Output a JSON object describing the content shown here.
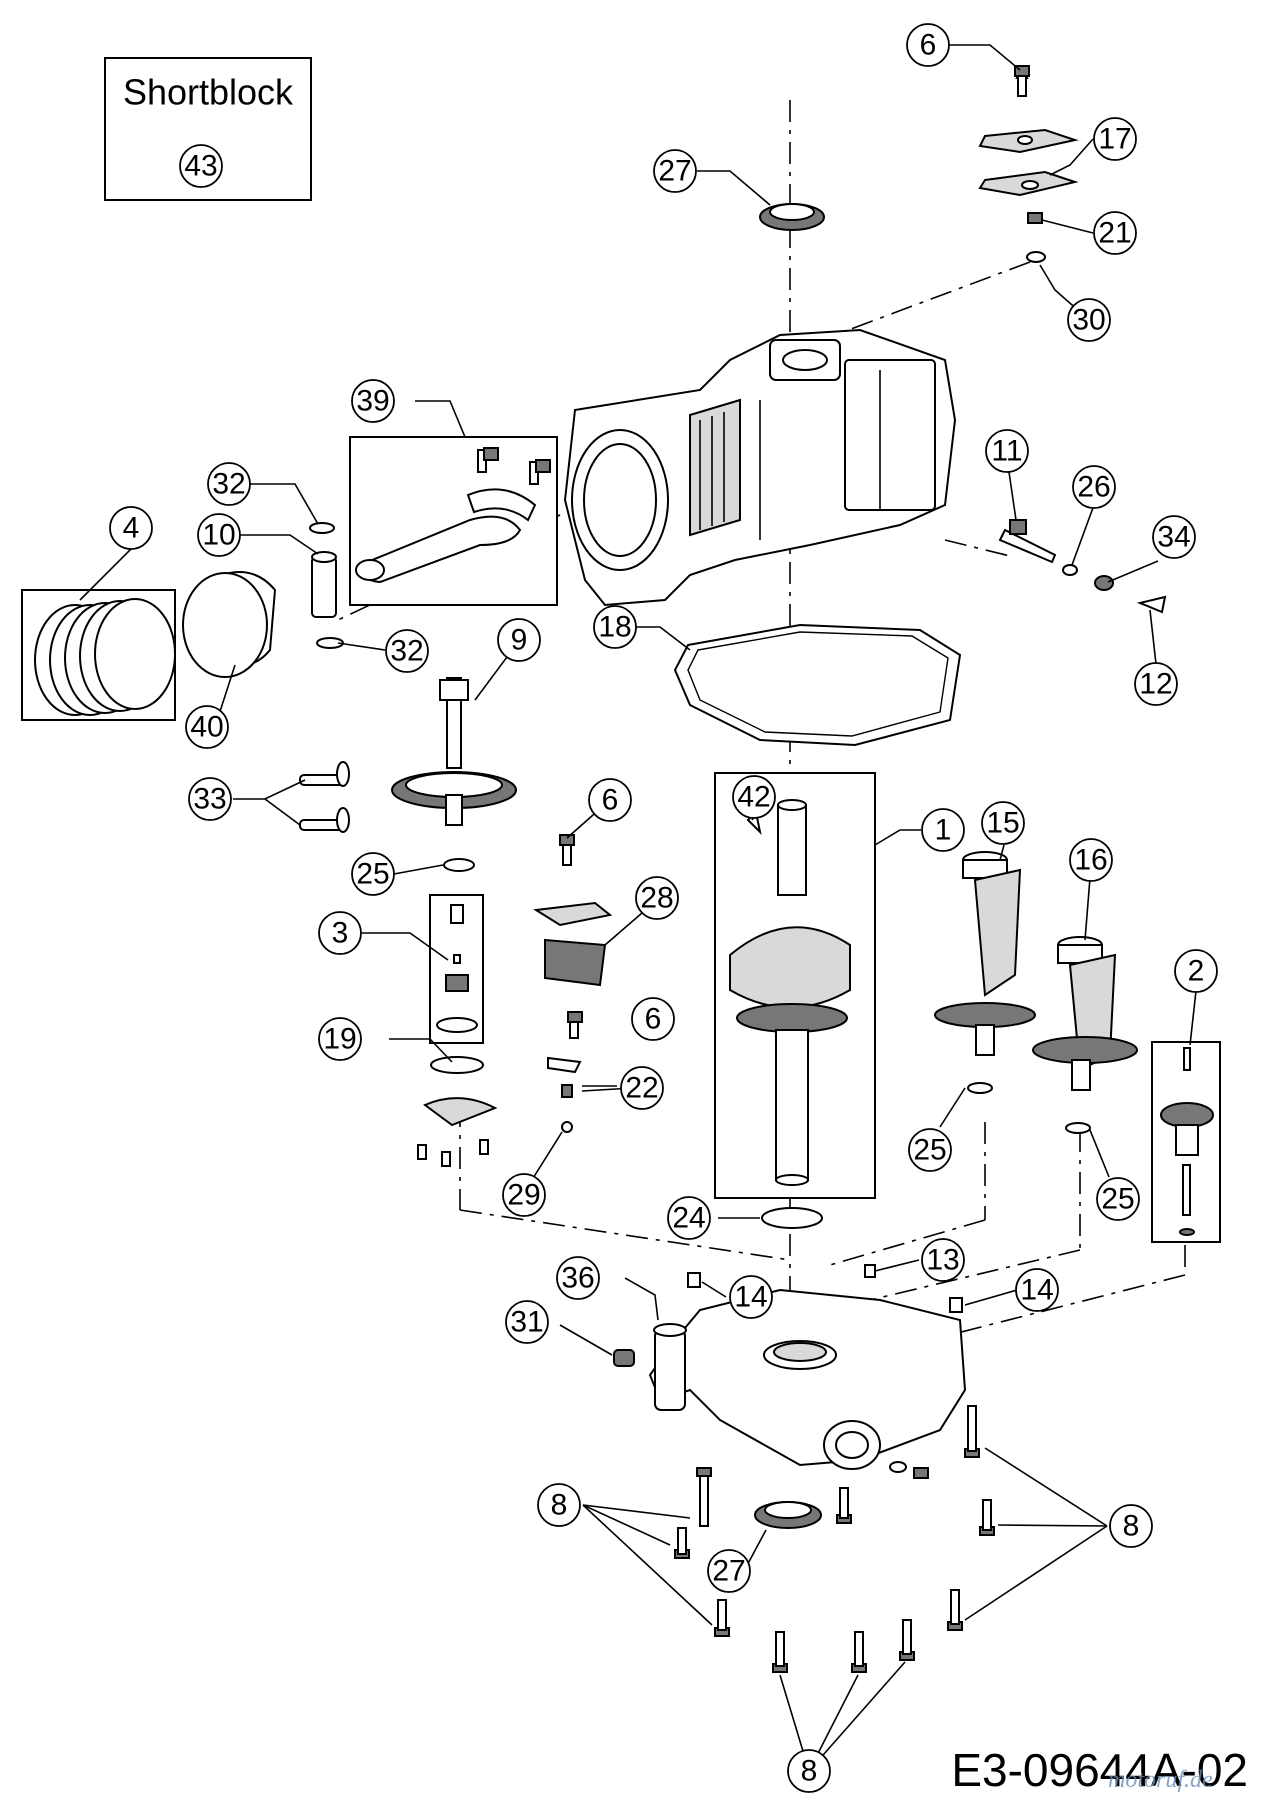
{
  "shortblock": {
    "title": "Shortblock",
    "part_number": "43"
  },
  "drawing_code": "E3-09644A-02",
  "watermark": "motoruf.de",
  "callouts": [
    {
      "id": "c-6-top",
      "label": "6"
    },
    {
      "id": "c-17",
      "label": "17"
    },
    {
      "id": "c-21",
      "label": "21"
    },
    {
      "id": "c-30",
      "label": "30"
    },
    {
      "id": "c-27-top",
      "label": "27"
    },
    {
      "id": "c-39",
      "label": "39"
    },
    {
      "id": "c-32-a",
      "label": "32"
    },
    {
      "id": "c-10",
      "label": "10"
    },
    {
      "id": "c-4",
      "label": "4"
    },
    {
      "id": "c-32-b",
      "label": "32"
    },
    {
      "id": "c-40",
      "label": "40"
    },
    {
      "id": "c-9",
      "label": "9"
    },
    {
      "id": "c-18",
      "label": "18"
    },
    {
      "id": "c-11",
      "label": "11"
    },
    {
      "id": "c-26",
      "label": "26"
    },
    {
      "id": "c-34",
      "label": "34"
    },
    {
      "id": "c-12",
      "label": "12"
    },
    {
      "id": "c-33",
      "label": "33"
    },
    {
      "id": "c-25-a",
      "label": "25"
    },
    {
      "id": "c-6-mid",
      "label": "6"
    },
    {
      "id": "c-28",
      "label": "28"
    },
    {
      "id": "c-3",
      "label": "3"
    },
    {
      "id": "c-42",
      "label": "42"
    },
    {
      "id": "c-1",
      "label": "1"
    },
    {
      "id": "c-15",
      "label": "15"
    },
    {
      "id": "c-16",
      "label": "16"
    },
    {
      "id": "c-2",
      "label": "2"
    },
    {
      "id": "c-6-low",
      "label": "6"
    },
    {
      "id": "c-19",
      "label": "19"
    },
    {
      "id": "c-22",
      "label": "22"
    },
    {
      "id": "c-29",
      "label": "29"
    },
    {
      "id": "c-25-b",
      "label": "25"
    },
    {
      "id": "c-25-c",
      "label": "25"
    },
    {
      "id": "c-24",
      "label": "24"
    },
    {
      "id": "c-13",
      "label": "13"
    },
    {
      "id": "c-36",
      "label": "36"
    },
    {
      "id": "c-14-a",
      "label": "14"
    },
    {
      "id": "c-14-b",
      "label": "14"
    },
    {
      "id": "c-31",
      "label": "31"
    },
    {
      "id": "c-8-left",
      "label": "8"
    },
    {
      "id": "c-8-right",
      "label": "8"
    },
    {
      "id": "c-27-bottom",
      "label": "27"
    },
    {
      "id": "c-8-bottom",
      "label": "8"
    }
  ]
}
